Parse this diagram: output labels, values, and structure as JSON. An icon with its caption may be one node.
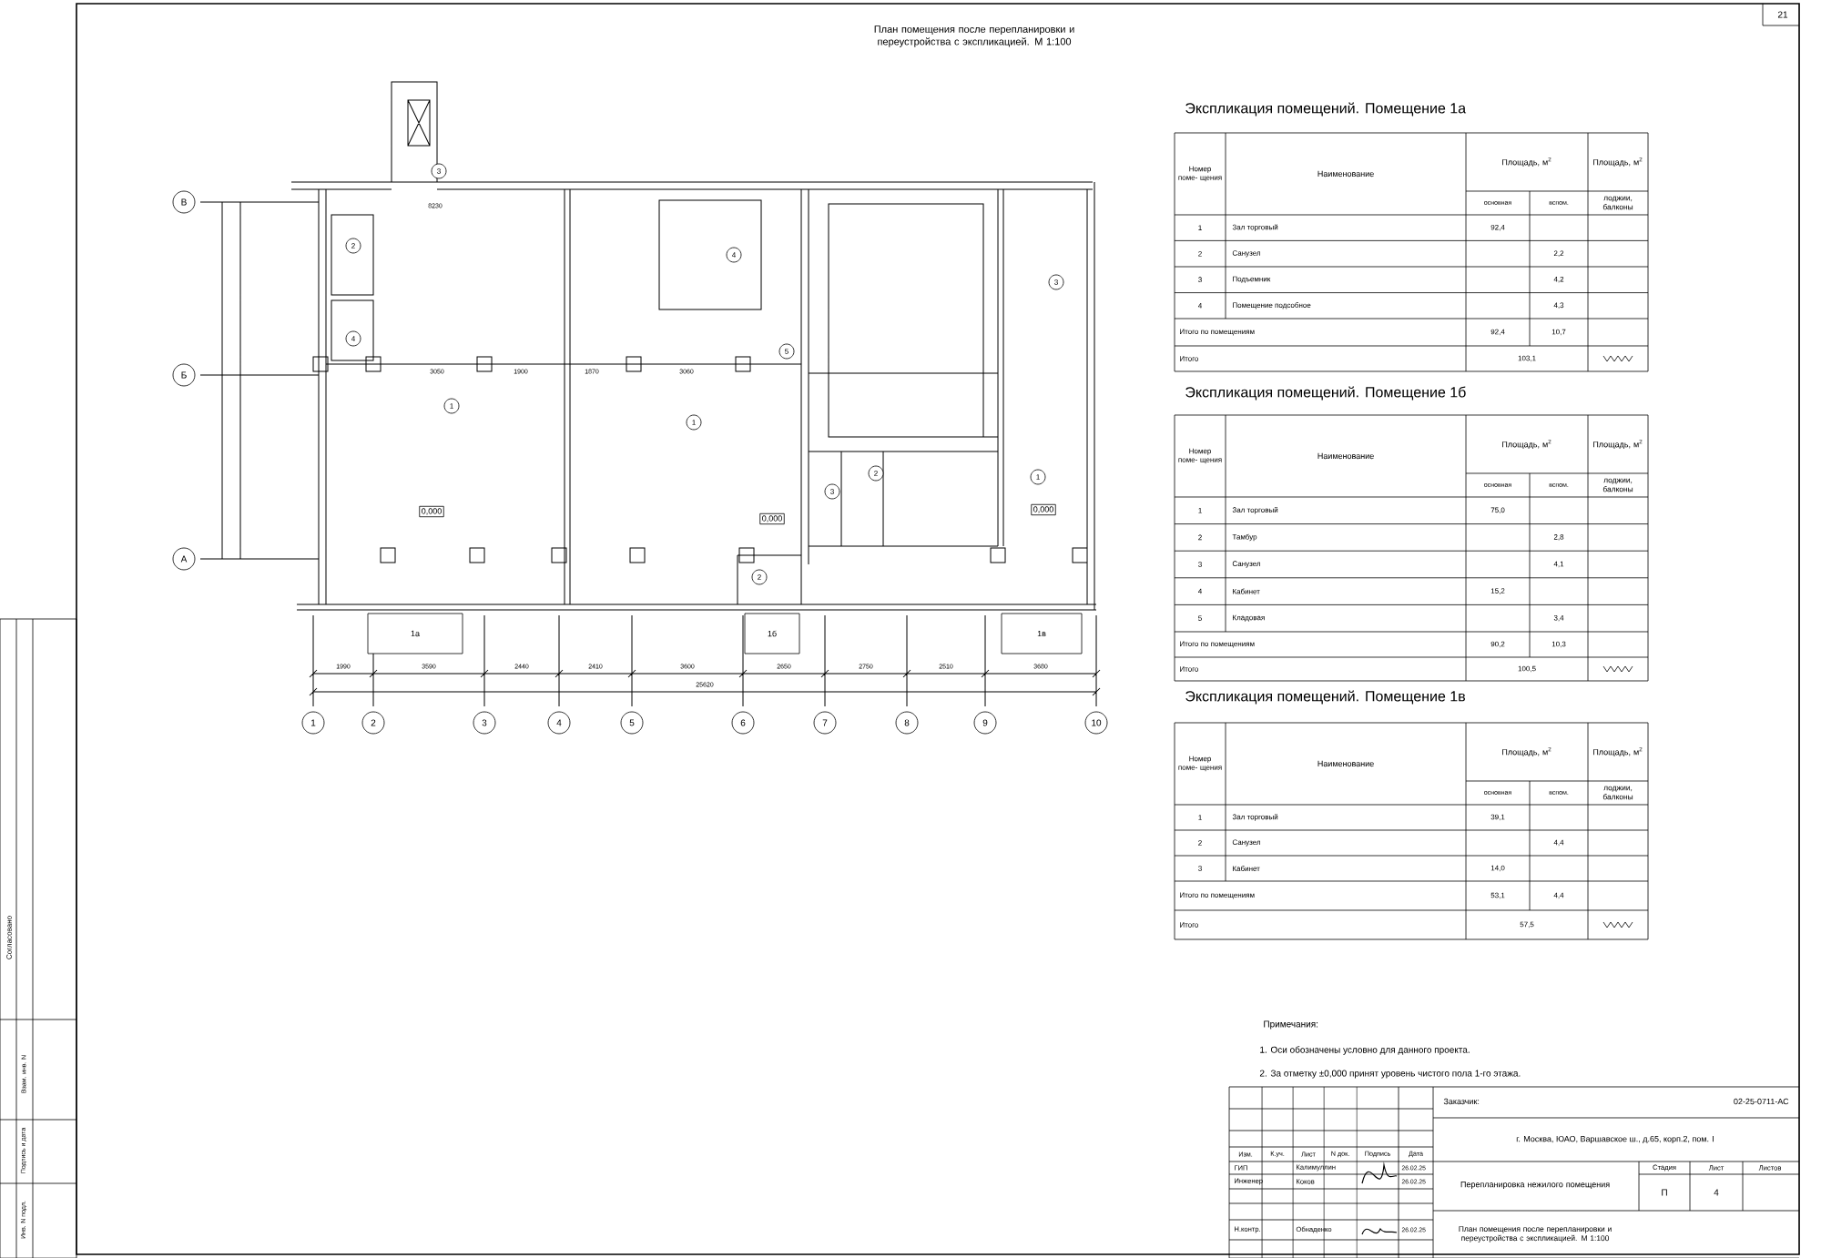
{
  "diagram": {
    "title": "План помещения после перепланировки и переустройства с экспликацией. М 1:100",
    "nodes": [
      {
        "text": [
          "В"
        ]
      },
      {
        "text": [
          "Б"
        ]
      },
      {
        "text": [
          "А"
        ]
      },
      {
        "text": [
          "1"
        ]
      },
      {
        "text": [
          "2"
        ]
      },
      {
        "text": [
          "3"
        ]
      },
      {
        "text": [
          "4"
        ]
      },
      {
        "text": [
          "5"
        ]
      },
      {
        "text": [
          "6"
        ]
      },
      {
        "text": [
          "7"
        ]
      },
      {
        "text": [
          "8"
        ]
      },
      {
        "text": [
          "9"
        ]
      },
      {
        "text": [
          "10"
        ]
      },
      {
        "text": [
          "3"
        ]
      },
      {
        "text": [
          "2"
        ]
      },
      {
        "text": [
          "4"
        ]
      },
      {
        "text": [
          "1"
        ]
      },
      {
        "text": [
          "0,000"
        ]
      },
      {
        "text": [
          "4"
        ]
      },
      {
        "text": [
          "5"
        ]
      },
      {
        "text": [
          "1"
        ]
      },
      {
        "text": [
          "0,000"
        ]
      },
      {
        "text": [
          "3"
        ]
      },
      {
        "text": [
          "2"
        ]
      },
      {
        "text": [
          "2"
        ]
      },
      {
        "text": [
          "3"
        ]
      },
      {
        "text": [
          "1"
        ]
      },
      {
        "text": [
          "0,000"
        ]
      },
      {
        "text": [
          "1а"
        ]
      },
      {
        "text": [
          "1б"
        ]
      },
      {
        "text": [
          "1в"
        ]
      }
    ],
    "labels": [
      "21",
      "Экспликация помещений. Помещение 1а",
      "Номер поме- щения",
      "Наименование",
      "Площадь, м$^{2}$",
      "Площадь, м$^{2}$",
      "основная",
      "вспом.",
      "лоджии, балконы",
      "1",
      "Зал торговый",
      "92,4",
      "2",
      "Санузел",
      "2,2",
      "3",
      "Подъемник",
      "4,2",
      "4",
      "Помещение подсобное",
      "4,3",
      "Итого по помещениям",
      "92,4",
      "10,7",
      "Итого",
      "103,1",
      "Экспликация помещений. Помещение 1б",
      "Номер поме- щения",
      "Наименование",
      "Площадь, м$^{2}$",
      "Площадь, м$^{2}$",
      "основная",
      "вспом.",
      "лоджии, балконы",
      "1",
      "Зал торговый",
      "75,0",
      "2",
      "Тамбур",
      "2,8",
      "3",
      "Санузел",
      "4,1",
      "4",
      "Кабинет",
      "15,2",
      "5",
      "Кладовая",
      "3,4",
      "Итого по помещениям",
      "90,2",
      "10,3",
      "Итого",
      "100,5",
      "Экспликация помещений. Помещение 1в",
      "Номер поме- щения",
      "Наименование",
      "Площадь, м$^{2}$",
      "Площадь, м$^{2}$",
      "основная",
      "вспом.",
      "лоджии, балконы",
      "1",
      "Зал торговый",
      "39,1",
      "2",
      "Санузел",
      "4,4",
      "3",
      "Кабинет",
      "14,0",
      "Итого по помещениям",
      "53,1",
      "4,4",
      "Итого",
      "57,5",
      "Примечания:",
      "1. Оси обозначены условно для данного проекта.",
      "2. За отметку ±0,000 принят уровень чистого пола 1-го этажа.",
      "Заказчик:",
      "02-25-0711-АС",
      "г. Москва, ЮАО, Варшавское ш., д.65, корп.2, пом. I",
      "Изм.",
      "К.уч.",
      "Лист",
      "N док.",
      "Подпись",
      "Дата",
      "ГИП",
      "Калимуллин",
      "26.02.25",
      "Инженер",
      "Коков",
      "26.02.25",
      "Н.контр.",
      "Обнаденко",
      "26.02.25",
      "Перепланировка нежилого помещения",
      "Стадия",
      "Лист",
      "Листов",
      "П",
      "4",
      "План помещения после перепланировки и переустройства с экспликацией. М 1:100",
      "Согласовано",
      "Взам. инв. N",
      "Подпись и дата",
      "Инв. N подл.",
      "8230",
      "3050",
      "1900",
      "1870",
      "3060",
      "1990",
      "3590",
      "2440",
      "2410",
      "3600",
      "2650",
      "2750",
      "2510",
      "3680",
      "25620"
    ]
  }
}
